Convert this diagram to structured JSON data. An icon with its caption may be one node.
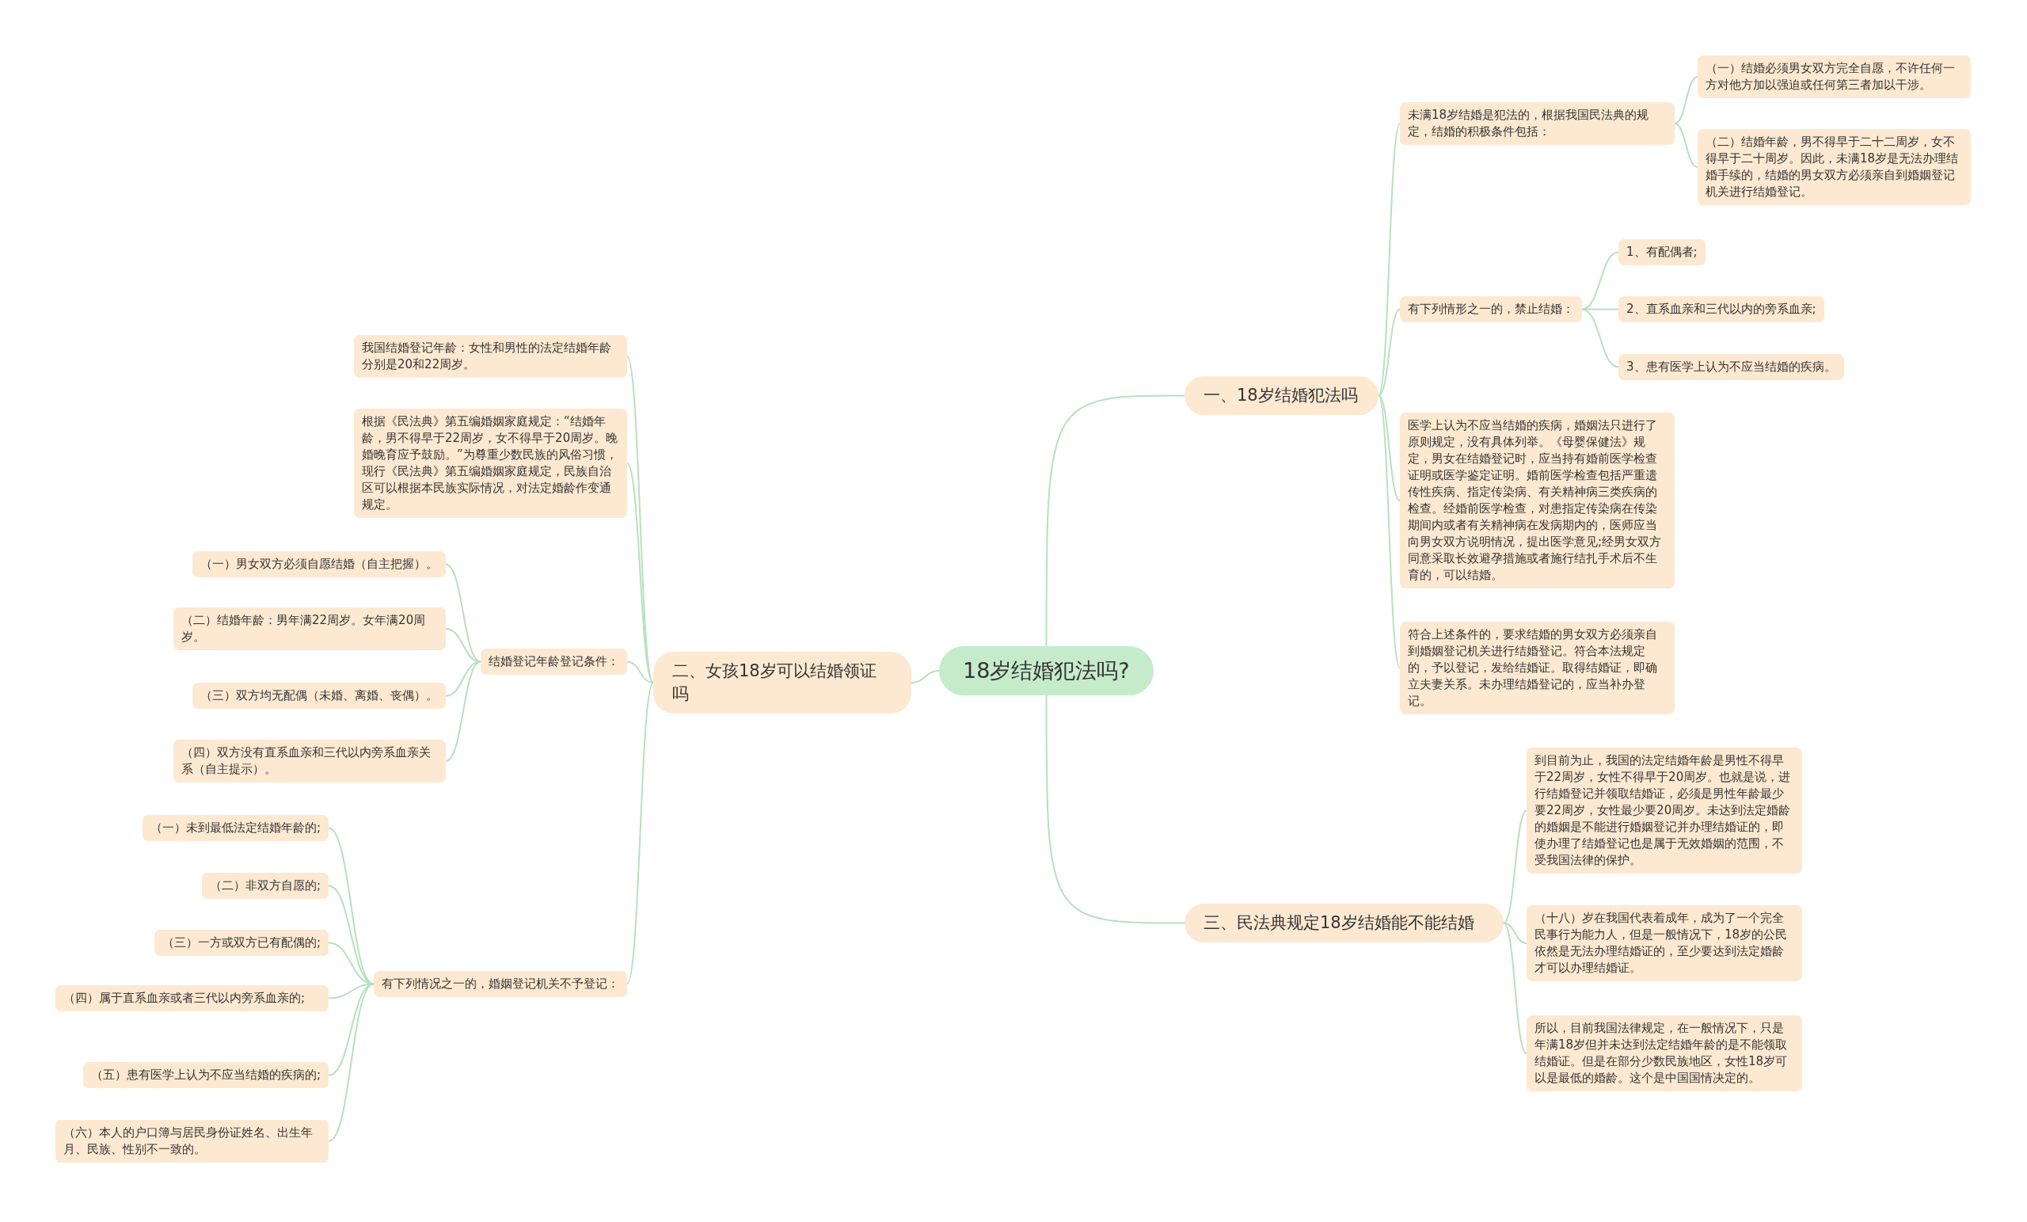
{
  "diagram": {
    "nodes": [
      {
        "text": [
          "18岁结婚犯法吗?"
        ]
      },
      {
        "text": [
          "一、18岁结婚犯法吗"
        ]
      },
      {
        "text": [
          "未满18岁结婚是犯法的，根据我国民法典的规定，结婚的积极条件包括："
        ]
      },
      {
        "text": [
          "（一）结婚必须男女双方完全自愿，不许任何一方对他方加以强迫或任何第三者加以干涉。"
        ]
      },
      {
        "text": [
          "（二）结婚年龄，男不得早于二十二周岁，女不得早于二十周岁。因此，未满18岁是无法办理结婚手续的，结婚的男女双方必须亲自到婚姻登记机关进行结婚登记。"
        ]
      },
      {
        "text": [
          "有下列情形之一的，禁止结婚："
        ]
      },
      {
        "text": [
          "1、有配偶者;"
        ]
      },
      {
        "text": [
          "2、直系血亲和三代以内的旁系血亲;"
        ]
      },
      {
        "text": [
          "3、患有医学上认为不应当结婚的疾病。"
        ]
      },
      {
        "text": [
          "医学上认为不应当结婚的疾病，婚姻法只进行了原则规定，没有具体列举。《母婴保健法》规定，男女在结婚登记时，应当持有婚前医学检查证明或医学鉴定证明。婚前医学检查包括严重遗传性疾病、指定传染病、有关精神病三类疾病的检查。经婚前医学检查，对患指定传染病在传染期间内或者有关精神病在发病期内的，医师应当向男女双方说明情况，提出医学意见;经男女双方同意采取长效避孕措施或者施行结扎手术后不生育的，可以结婚。"
        ]
      },
      {
        "text": [
          "符合上述条件的，要求结婚的男女双方必须亲自到婚姻登记机关进行结婚登记。符合本法规定的，予以登记，发给结婚证。取得结婚证，即确立夫妻关系。未办理结婚登记的，应当补办登记。"
        ]
      },
      {
        "text": [
          "二、女孩18岁可以结婚领证吗"
        ]
      },
      {
        "text": [
          "我国结婚登记年龄：女性和男性的法定结婚年龄分别是20和22周岁。"
        ]
      },
      {
        "text": [
          "根据《民法典》第五编婚姻家庭规定：“结婚年龄，男不得早于22周岁，女不得早于20周岁。晚婚晚育应予鼓励。”为尊重少数民族的风俗习惯，现行《民法典》第五编婚姻家庭规定，民族自治区可以根据本民族实际情况，对法定婚龄作变通规定。"
        ]
      },
      {
        "text": [
          "结婚登记年龄登记条件："
        ]
      },
      {
        "text": [
          "（一）男女双方必须自愿结婚（自主把握）。"
        ]
      },
      {
        "text": [
          "（二）结婚年龄：男年满22周岁。女年满20周岁。"
        ]
      },
      {
        "text": [
          "（三）双方均无配偶（未婚、离婚、丧偶）。"
        ]
      },
      {
        "text": [
          "（四）双方没有直系血亲和三代以内旁系血亲关系（自主提示）。"
        ]
      },
      {
        "text": [
          "有下列情况之一的，婚姻登记机关不予登记："
        ]
      },
      {
        "text": [
          "（一）未到最低法定结婚年龄的;"
        ]
      },
      {
        "text": [
          "（二）非双方自愿的;"
        ]
      },
      {
        "text": [
          "（三）一方或双方已有配偶的;"
        ]
      },
      {
        "text": [
          "（四）属于直系血亲或者三代以内旁系血亲的;"
        ]
      },
      {
        "text": [
          "（五）患有医学上认为不应当结婚的疾病的;"
        ]
      },
      {
        "text": [
          "（六）本人的户口簿与居民身份证姓名、出生年月、民族、性别不一致的。"
        ]
      },
      {
        "text": [
          "三、民法典规定18岁结婚能不能结婚"
        ]
      },
      {
        "text": [
          "到目前为止，我国的法定结婚年龄是男性不得早于22周岁，女性不得早于20周岁。也就是说，进行结婚登记并领取结婚证，必须是男性年龄最少要22周岁，女性最少要20周岁。未达到法定婚龄的婚姻是不能进行婚姻登记并办理结婚证的，即使办理了结婚登记也是属于无效婚姻的范围，不受我国法律的保护。"
        ]
      },
      {
        "text": [
          "（十八）岁在我国代表着成年，成为了一个完全民事行为能力人，但是一般情况下，18岁的公民依然是无法办理结婚证的，至少要达到法定婚龄才可以办理结婚证。"
        ]
      },
      {
        "text": [
          "所以，目前我国法律规定，在一般情况下，只是年满18岁但并未达到法定结婚年龄的是不能领取结婚证。但是在部分少数民族地区，女性18岁可以是最低的婚龄。这个是中国国情决定的。"
        ]
      }
    ],
    "edges": [
      {
        "from": 0,
        "to": 1,
        "arrow": "none"
      },
      {
        "from": 1,
        "to": 2,
        "arrow": "none"
      },
      {
        "from": 2,
        "to": 3,
        "arrow": "none"
      },
      {
        "from": 2,
        "to": 4,
        "arrow": "none"
      },
      {
        "from": 1,
        "to": 5,
        "arrow": "none"
      },
      {
        "from": 5,
        "to": 6,
        "arrow": "none"
      },
      {
        "from": 5,
        "to": 7,
        "arrow": "none"
      },
      {
        "from": 5,
        "to": 8,
        "arrow": "none"
      },
      {
        "from": 1,
        "to": 9,
        "arrow": "none"
      },
      {
        "from": 1,
        "to": 10,
        "arrow": "none"
      },
      {
        "from": 0,
        "to": 11,
        "arrow": "none"
      },
      {
        "from": 11,
        "to": 12,
        "arrow": "none"
      },
      {
        "from": 11,
        "to": 13,
        "arrow": "none"
      },
      {
        "from": 11,
        "to": 14,
        "arrow": "none"
      },
      {
        "from": 14,
        "to": 15,
        "arrow": "none"
      },
      {
        "from": 14,
        "to": 16,
        "arrow": "none"
      },
      {
        "from": 14,
        "to": 17,
        "arrow": "none"
      },
      {
        "from": 14,
        "to": 18,
        "arrow": "none"
      },
      {
        "from": 11,
        "to": 19,
        "arrow": "none"
      },
      {
        "from": 19,
        "to": 20,
        "arrow": "none"
      },
      {
        "from": 19,
        "to": 21,
        "arrow": "none"
      },
      {
        "from": 19,
        "to": 22,
        "arrow": "none"
      },
      {
        "from": 19,
        "to": 23,
        "arrow": "none"
      },
      {
        "from": 19,
        "to": 24,
        "arrow": "none"
      },
      {
        "from": 19,
        "to": 25,
        "arrow": "none"
      },
      {
        "from": 0,
        "to": 26,
        "arrow": "none"
      },
      {
        "from": 26,
        "to": 27,
        "arrow": "none"
      },
      {
        "from": 26,
        "to": 28,
        "arrow": "none"
      },
      {
        "from": 26,
        "to": 29,
        "arrow": "none"
      }
    ]
  }
}
